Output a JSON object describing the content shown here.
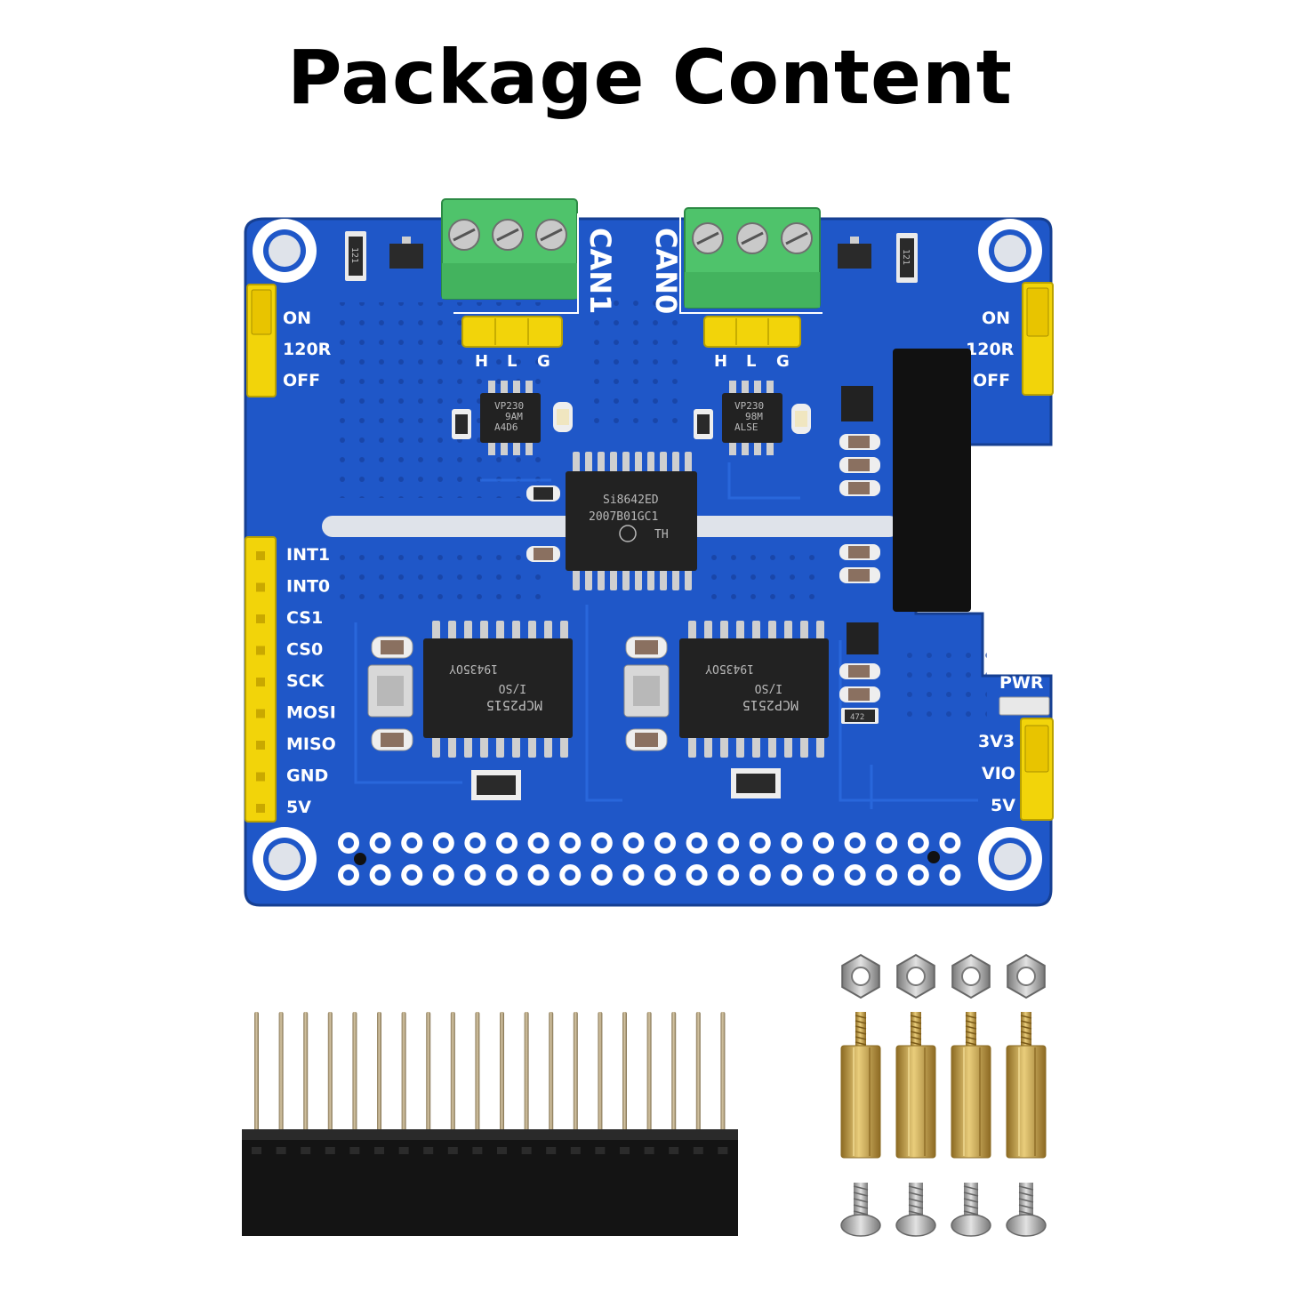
{
  "title": "Package Content",
  "board": {
    "can_ports": [
      "CAN1",
      "CAN0"
    ],
    "terminal_pins": [
      "H",
      "L",
      "G"
    ],
    "jumper_labels": [
      "ON",
      "120R",
      "OFF"
    ],
    "left_header_pins": [
      "INT1",
      "INT0",
      "CS1",
      "CS0",
      "SCK",
      "MOSI",
      "MISO",
      "GND",
      "5V"
    ],
    "power_header": {
      "title": "PWR",
      "labels": [
        "3V3",
        "VIO",
        "5V"
      ]
    },
    "isolator_chip": [
      "Si8642ED",
      "2007B01GC1",
      "TH"
    ],
    "controller_chip": [
      "MCP2515",
      "I/SO",
      "19435OY"
    ],
    "transceiver_chip_1": [
      "VP230",
      "9AM",
      "A4D6"
    ],
    "transceiver_chip_2": [
      "VP230",
      "98M",
      "ALSE"
    ],
    "resistor_marking": "121",
    "resistor_marking_2": "472",
    "colors": {
      "pcb": "#1f57c8",
      "terminal": "#4fc36b",
      "jumper": "#f2d40a",
      "chip": "#222222",
      "brass": "#c8a24a"
    }
  },
  "accessories": {
    "header_pin_count": 20,
    "hex_nuts": 4,
    "standoffs": 4,
    "screws": 4
  }
}
